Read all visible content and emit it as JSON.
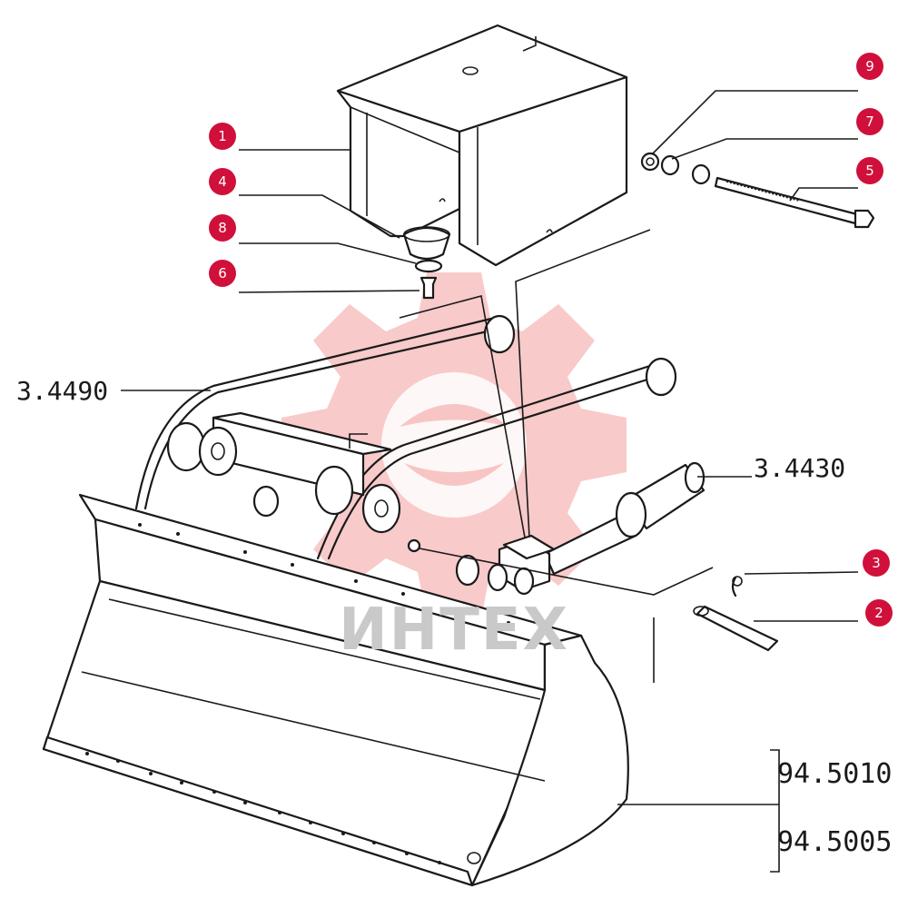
{
  "callouts": [
    {
      "id": "1",
      "label": "1"
    },
    {
      "id": "2",
      "label": "2"
    },
    {
      "id": "3",
      "label": "3"
    },
    {
      "id": "4",
      "label": "4"
    },
    {
      "id": "5",
      "label": "5"
    },
    {
      "id": "6",
      "label": "6"
    },
    {
      "id": "7",
      "label": "7"
    },
    {
      "id": "8",
      "label": "8"
    },
    {
      "id": "9",
      "label": "9"
    }
  ],
  "assemblies": {
    "arm": "3.4490",
    "cylinder": "3.4430",
    "bucket_a": "94.5010",
    "bucket_b": "94.5005"
  },
  "watermark": {
    "text": "ИНТЕХ"
  },
  "colors": {
    "callout": "#d0103a",
    "watermark_gear": "#f6b8b8",
    "ink": "#1a1a1a"
  }
}
